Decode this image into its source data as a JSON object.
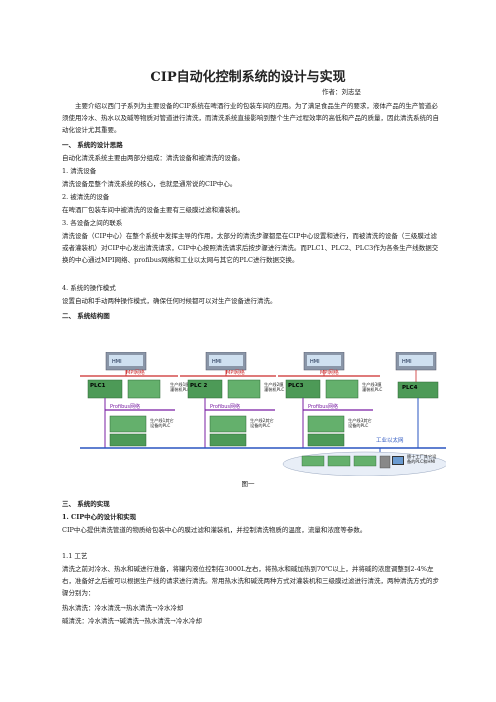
{
  "doc": {
    "title": "CIP自动化控制系统的设计与实现",
    "author": "作者：刘志坚",
    "intro": "主要介绍以西门子系列为主要设备的CIP系统在啤酒行业的包装车间的应用。为了满足食品生产的要求，液体产品的生产管道必须使用冷水、热水以及碱等物质对管道进行清洗，而清洗系统直接影响到整个生产过程效率的高低和产品的质量，因此清洗系统的自动化设计尤其重要。",
    "s1_heading": "一、       系统的设计思路",
    "s1_p1": "自动化清洗系统主要由两部分组成：清洗设备和被清洗的设备。",
    "s1_1": "1.    清洗设备",
    "s1_1_text": "清洗设备是整个清洗系统的核心，也就是通常说的CIP中心。",
    "s1_2": "2.    被清洗的设备",
    "s1_2_text": "在啤酒厂包装车间中被清洗的设备主要有三级膜过滤和灌装机。",
    "s1_3": "3.    各设备之间的联系",
    "s1_3_text": "清洗设备（CIP中心）在整个系统中发挥主导的作用，太部分的清洗步骤都是在CIP中心设置和进行，而被清洗的设备（三级膜过滤或者灌装机）对CIP中心发出清洗请求，CIP中心按照清洗请求后按步骤进行清洗。而PLC1、PLC2、PLC3作为各条生产线数据交换的中心通过MPI网络、profibus网络和工业以太网与其它的PLC进行数据交换。",
    "s1_4": "4.    系统的操作模式",
    "s1_4_text": "设置自动和手动两种操作模式，确保任何时候都可以对生产设备进行清洗。",
    "s2_heading": "二、       系统结构图",
    "fig_caption": "图一",
    "s3_heading": "三、       系统的实现",
    "s3_1": "1.    CIP中心的设计和实现",
    "s3_1_text": "CIP中心提供清洗管道的物质给包装中心的膜过滤和灌装机，并控制清洗物质的温度，流量和浓度等参数。",
    "s3_11": "1.1 工艺",
    "s3_11_text": "清洗之前对冷水、热水和碱进行准备，将罐内液位控制在3000L左右，将热水和碱加热到70℃以上，并将碱的浓度调整到2-4%左右，准备好之后被可以根据生产线的请求进行清洗。常用热水洗和碱洗两种方式对灌装机和三级膜过滤进行清洗，两种清洗方式的步骤分别为：",
    "s3_hot": "热水清洗：冷水清洗→热水清洗→冷水冷却",
    "s3_alk": "碱清洗：冷水清洗→碱清洗→热水清洗→冷水冷却"
  },
  "diagram": {
    "mpi_labels": [
      "MPI网络",
      "MPI网络",
      "MPI网络"
    ],
    "plc_labels": [
      "PLC1",
      "PLC 2",
      "PLC3",
      "PLC4"
    ],
    "line_plc_labels": [
      "生产线1膜\n灌装机PLC",
      "生产线2膜\n灌装机PLC",
      "生产线3膜\n灌装机PLC"
    ],
    "profibus_labels": [
      "Profibus网络",
      "Profibus网络",
      "Profibus网络"
    ],
    "other_plc_labels": [
      "生产线1其它\n设备的PLC",
      "生产线2其它\n设备的PLC",
      "生产线3其它\n设备的PLC"
    ],
    "ethernet_label": "工业以太网",
    "hmi_label": "酿十工厂其它设\n备的PLC和HMI",
    "hmi_tag": "HMI",
    "colors": {
      "mpi": "#cc2a2a",
      "profibus": "#7a1fa3",
      "ethernet": "#2a55c0",
      "hw": "#5aa860"
    }
  }
}
